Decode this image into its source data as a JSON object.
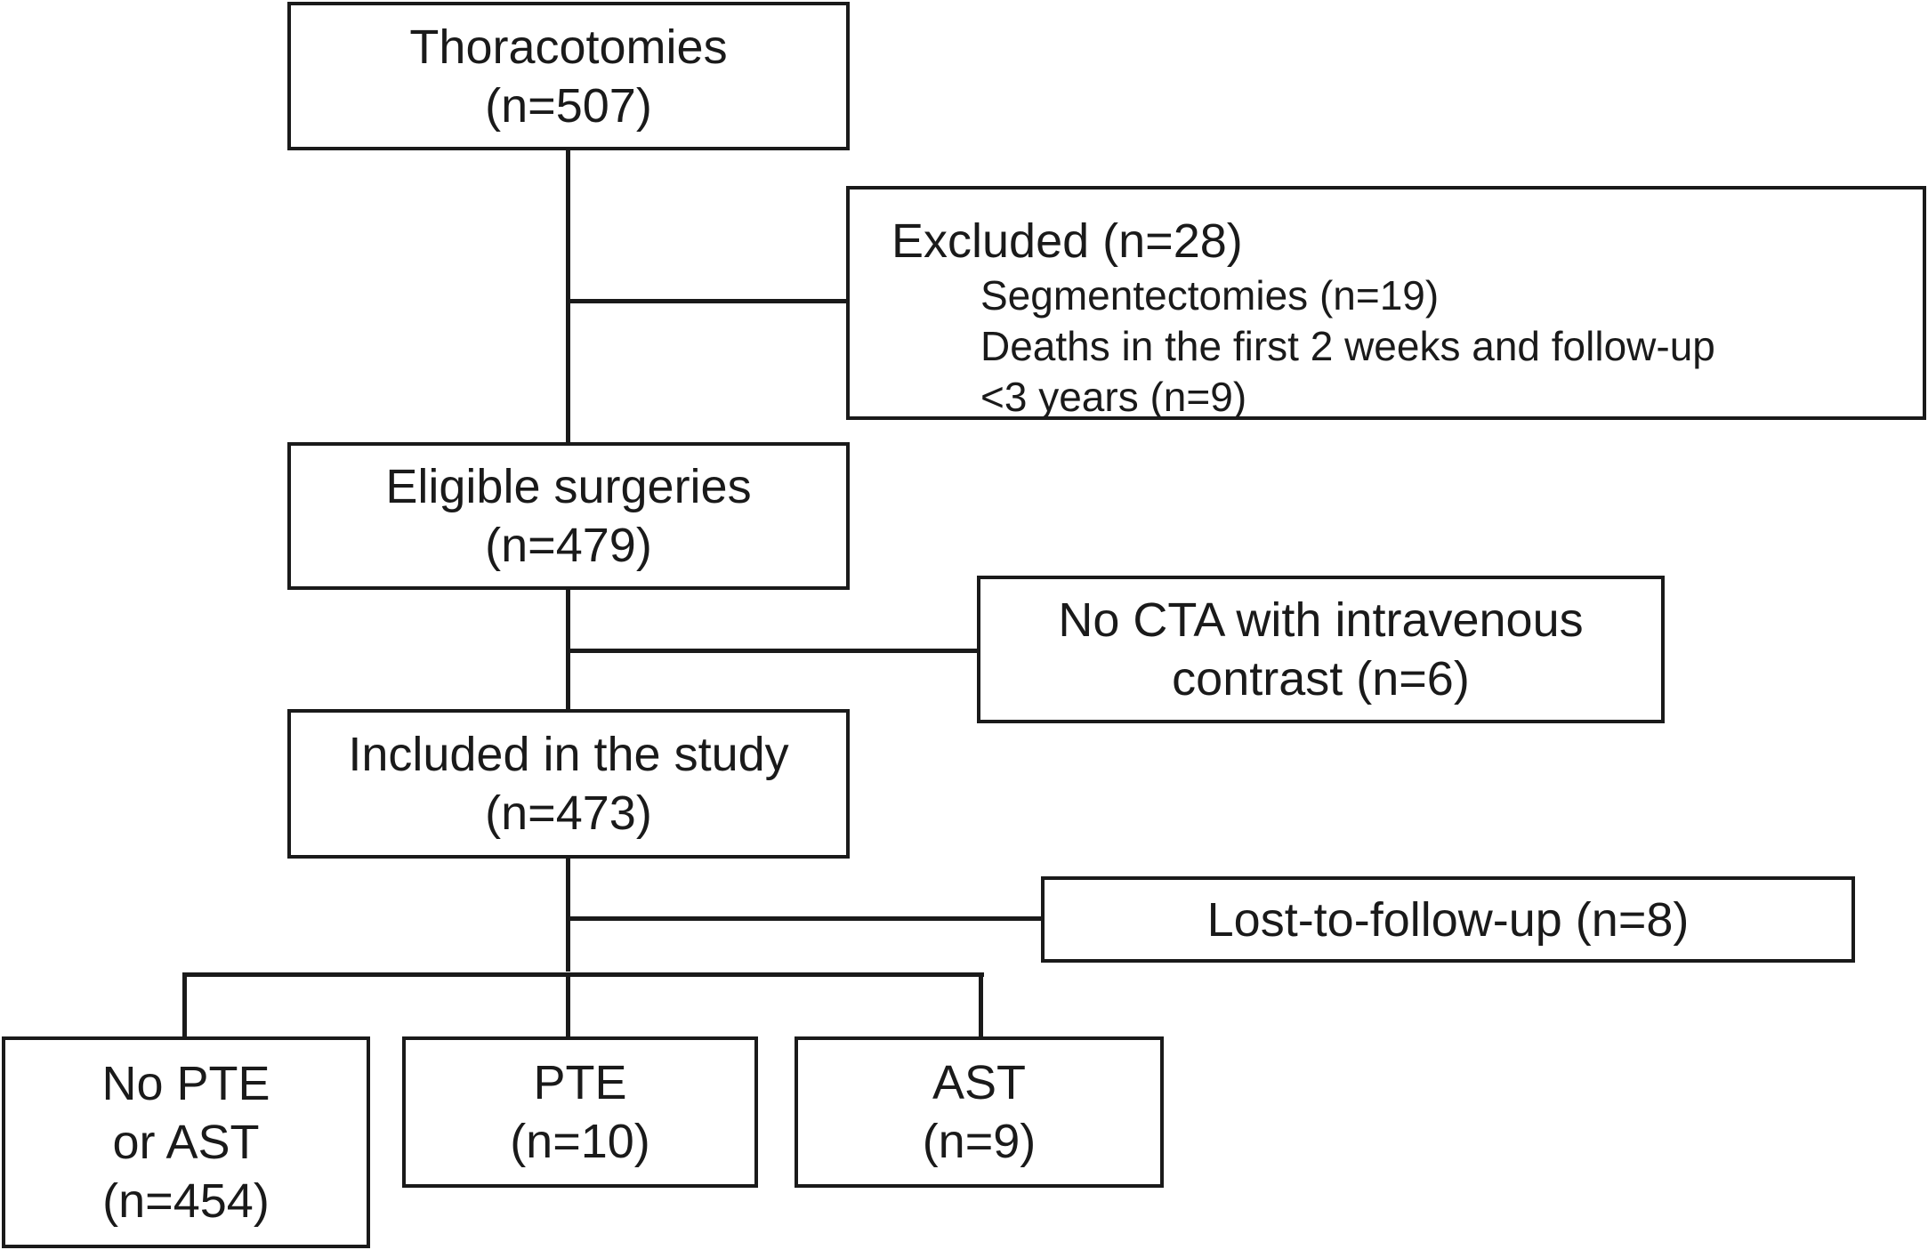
{
  "flowchart": {
    "thoracotomies": {
      "title": "Thoracotomies",
      "count": "(n=507)"
    },
    "excluded": {
      "title": "Excluded (n=28)",
      "reasons": [
        "Segmentectomies (n=19)",
        "Deaths in the first 2 weeks and follow-up",
        "<3 years (n=9)"
      ]
    },
    "eligible": {
      "title": "Eligible surgeries",
      "count": "(n=479)"
    },
    "no_cta": {
      "line1": "No CTA with intravenous",
      "line2": "contrast (n=6)"
    },
    "included": {
      "title": "Included in the study",
      "count": "(n=473)"
    },
    "lost": {
      "title": "Lost-to-follow-up (n=8)"
    },
    "no_pte_ast": {
      "line1": "No PTE",
      "line2": "or AST",
      "count": "(n=454)"
    },
    "pte": {
      "title": "PTE",
      "count": "(n=10)"
    },
    "ast": {
      "title": "AST",
      "count": "(n=9)"
    }
  }
}
